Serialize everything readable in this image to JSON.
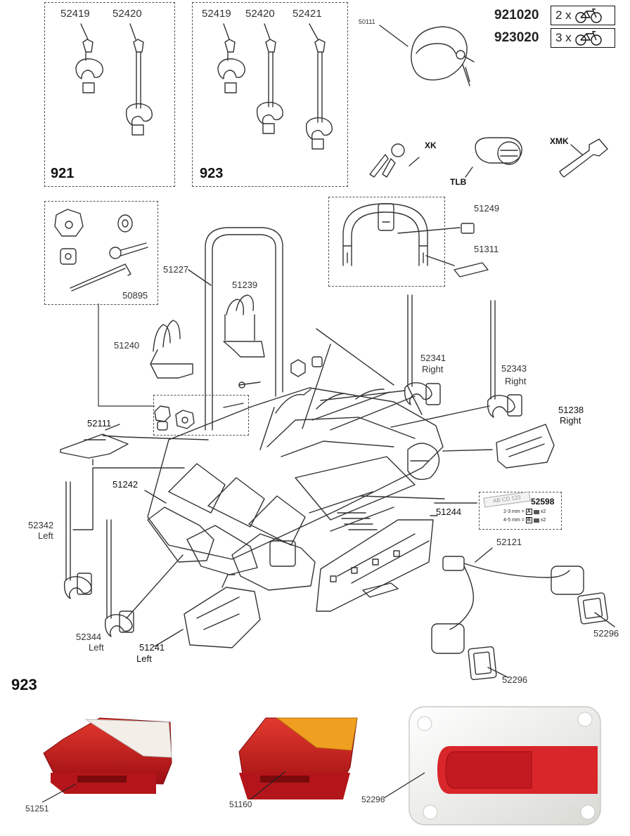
{
  "sets": {
    "s921": {
      "title": "921",
      "parts": [
        "52419",
        "52420"
      ]
    },
    "s923": {
      "title": "923",
      "parts": [
        "52419",
        "52420",
        "52421"
      ]
    }
  },
  "models": [
    {
      "code": "921020",
      "count": "2 x",
      "icon": "bicycle-icon"
    },
    {
      "code": "923020",
      "count": "3 x",
      "icon": "bicycle-icon"
    }
  ],
  "labels": {
    "p50111": "50111",
    "xk": "XK",
    "tlb": "TLB",
    "xmk": "XMK",
    "p50895": "50895",
    "p51227": "51227",
    "p51239": "51239",
    "p51240": "51240",
    "p51249": "51249",
    "p51311": "51311",
    "p52341": "52341",
    "p52341_side": "Right",
    "p52343": "52343",
    "p52343_side": "Right",
    "p51238": "51238",
    "p51238_side": "Right",
    "p52111": "52111",
    "p52342": "52342",
    "p52342_side": "Left",
    "p51242": "51242",
    "p51244": "51244",
    "p52598": "52598",
    "p52598_plate": "AB CD 123",
    "p52598_row1": "2-3 mm =",
    "p52598_row1_key": "A",
    "p52598_row1_qty": "x2",
    "p52598_row2": "4-5 mm =",
    "p52598_row2_key": "B",
    "p52598_row2_qty": "x2",
    "p52121": "52121",
    "p52344": "52344",
    "p52344_side": "Left",
    "p51241": "51241",
    "p51241_side": "Left",
    "p52296a": "52296",
    "p52296b": "52296",
    "section_923": "923",
    "p51251": "51251",
    "p51160": "51160",
    "p52296c": "52296"
  },
  "colors": {
    "lamp_red": "#c8191e",
    "lamp_amber": "#f0a020",
    "lamp_clear": "#f2f2ee",
    "line": "#333333"
  }
}
